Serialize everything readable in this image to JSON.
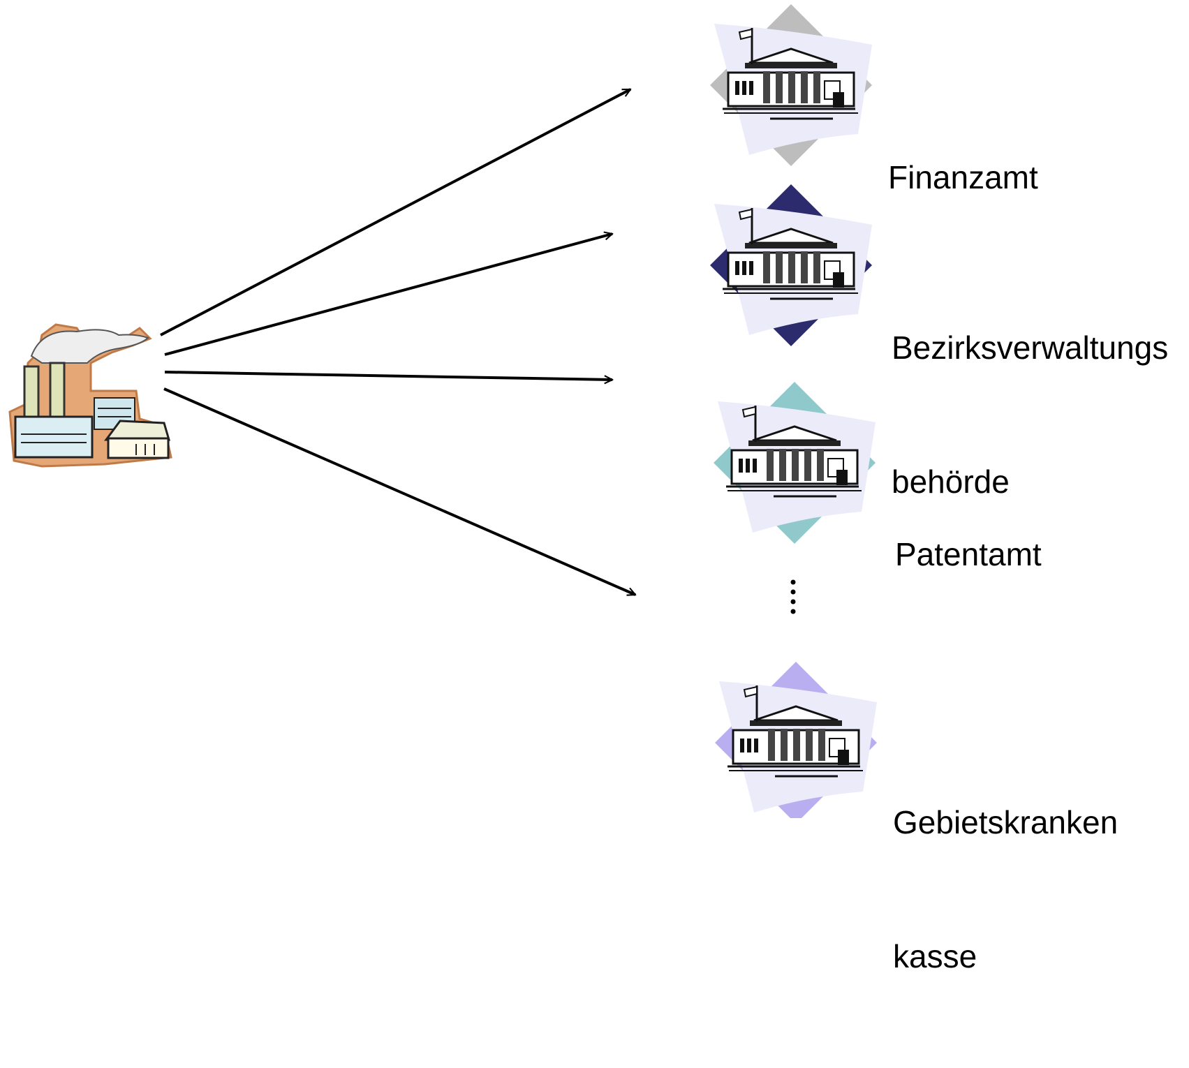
{
  "source": {
    "name": "factory-icon"
  },
  "offices": [
    {
      "id": "finanzamt",
      "lines": [
        "Finanzamt"
      ],
      "diamond_color": "#bdbdbd"
    },
    {
      "id": "bezirksverwaltungsbehoerde",
      "lines": [
        "Bezirksverwaltungs",
        "behörde"
      ],
      "diamond_color": "#2b2b6e"
    },
    {
      "id": "patentamt",
      "lines": [
        "Patentamt"
      ],
      "diamond_color": "#8fc9cc"
    },
    {
      "id": "gebietskrankenkasse",
      "lines": [
        "Gebietskranken",
        "kasse"
      ],
      "diamond_color": "#b9aef0"
    }
  ],
  "ellipsis_icon": "vertical-ellipsis-icon",
  "colors": {
    "arrow": "#000000",
    "panel": "#ecebfa",
    "factory_outline": "#e2a06f"
  }
}
